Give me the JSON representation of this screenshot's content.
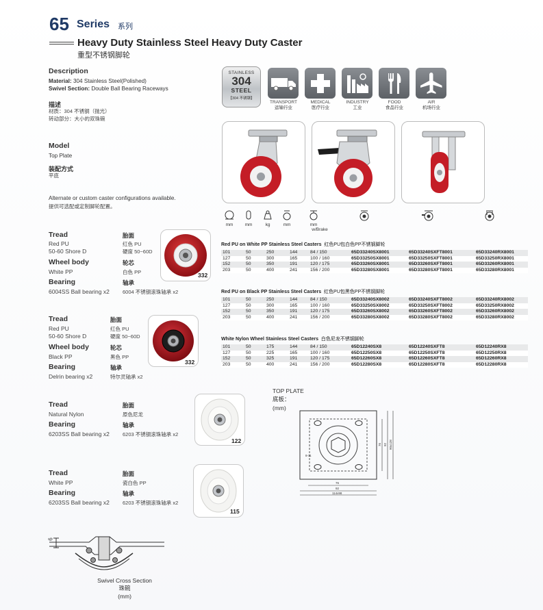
{
  "header": {
    "series_number": "65",
    "series_word": "Series",
    "series_cn": "系列",
    "title": "Heavy Duty Stainless Steel Heavy Duty Caster",
    "title_cn": "重型不锈钢脚轮"
  },
  "description": {
    "heading": "Description",
    "material_label": "Material:",
    "material_value": " 304 Stainless Steel(Polished)",
    "swivel_label": "Swivel Section:",
    "swivel_value": " Double Ball Bearing Raceways",
    "heading_cn": "描述",
    "material_cn": "材质：304 不锈钢（抛光）",
    "swivel_cn": "转动部分：大小的双珠碗"
  },
  "model": {
    "heading": "Model",
    "value": "Top Plate",
    "heading_cn": "装配方式",
    "value_cn": "平底"
  },
  "note": {
    "en": "Alternate or custom caster configurations available.",
    "cn": "提供可选配或定制脚轮配置。"
  },
  "badge": {
    "line1": "STAINLESS",
    "line2": "304",
    "line3": "STEEL",
    "line4": "【304 不锈钢】"
  },
  "industries": [
    {
      "en": "TRANSPORT",
      "cn": "运输行业",
      "icon": "truck-icon"
    },
    {
      "en": "MEDICAL",
      "cn": "医疗行业",
      "icon": "medical-cross-icon"
    },
    {
      "en": "INDUSTRY",
      "cn": "工业",
      "icon": "factory-icon"
    },
    {
      "en": "FOOD",
      "cn": "食品行业",
      "icon": "fork-knife-icon"
    },
    {
      "en": "AIR",
      "cn": "机场行业",
      "icon": "airplane-icon"
    }
  ],
  "dim_units": [
    "mm",
    "mm",
    "kg",
    "mm",
    "mm",
    "w/Brake"
  ],
  "wheels": [
    {
      "tread_label": "Tread",
      "tread_cn_label": "胎面",
      "tread_value_1": "Red PU",
      "tread_value_2": "50-60 Shore D",
      "tread_cn_1": "红色 PU",
      "tread_cn_2": "硬度 50~60D",
      "body_label": "Wheel body",
      "body_cn_label": "轮芯",
      "body_value": "White PP",
      "body_cn": "白色 PP",
      "bearing_label": "Bearing",
      "bearing_cn_label": "轴承",
      "bearing_value": "6004SS Ball bearing x2",
      "bearing_cn": "6004 不锈钢滚珠轴承 x2",
      "code": "332"
    },
    {
      "tread_label": "Tread",
      "tread_cn_label": "胎面",
      "tread_value_1": "Red PU",
      "tread_value_2": "50-60 Shore D",
      "tread_cn_1": "红色 PU",
      "tread_cn_2": "硬度 50~60D",
      "body_label": "Wheel body",
      "body_cn_label": "轮芯",
      "body_value": "Black PP",
      "body_cn": "黑色 PP",
      "bearing_label": "Bearing",
      "bearing_cn_label": "轴承",
      "bearing_value": "Delrin bearing x2",
      "bearing_cn": "特尔灵轴承 x2",
      "code": "332"
    },
    {
      "tread_label": "Tread",
      "tread_cn_label": "胎面",
      "tread_value_1": "Natural Nylon",
      "tread_cn_1": "原色尼龙",
      "bearing_label": "Bearing",
      "bearing_cn_label": "轴承",
      "bearing_value": "6203SS Ball bearing x2",
      "bearing_cn": "6203 不锈钢滚珠轴承 x2",
      "code": "122"
    },
    {
      "tread_label": "Tread",
      "tread_cn_label": "胎面",
      "tread_value_1": "White PP",
      "tread_cn_1": "瓷白色 PP",
      "bearing_label": "Bearing",
      "bearing_cn_label": "轴承",
      "bearing_value": "6203SS Ball bearing x2",
      "bearing_cn": "6203 不锈钢滚珠轴承 x2",
      "code": "115"
    }
  ],
  "tables": [
    {
      "title": "Red PU on White PP Stainless Steel Casters",
      "title_cn": "红色PU包白色PP不锈钢脚轮",
      "rows": [
        [
          "101",
          "50",
          "250",
          "144",
          "84 / 150",
          "65D33240SX8001",
          "65D33240SXFT8001",
          "65D33240RX8001"
        ],
        [
          "127",
          "50",
          "300",
          "165",
          "100 / 160",
          "65D33250SX8001",
          "65D33250SXFT8001",
          "65D33250RX8001"
        ],
        [
          "152",
          "50",
          "350",
          "191",
          "120 / 175",
          "65D33260SX8001",
          "65D33260SXFT8001",
          "65D33260RX8001"
        ],
        [
          "203",
          "50",
          "400",
          "241",
          "156 / 200",
          "65D33280SX8001",
          "65D33280SXFT8001",
          "65D33280RX8001"
        ]
      ]
    },
    {
      "title": "Red PU on Black PP Stainless Steel Casters",
      "title_cn": "红色PU包黑色PP不锈钢脚轮",
      "rows": [
        [
          "101",
          "50",
          "250",
          "144",
          "84 / 150",
          "65D33240SX8002",
          "65D33240SXFT8002",
          "65D33240RX8002"
        ],
        [
          "127",
          "50",
          "300",
          "165",
          "100 / 160",
          "65D33250SX8002",
          "65D33250SXFT8002",
          "65D33250RX8002"
        ],
        [
          "152",
          "50",
          "350",
          "191",
          "120 / 175",
          "65D33260SX8002",
          "65D33260SXFT8002",
          "65D33260RX8002"
        ],
        [
          "203",
          "50",
          "400",
          "241",
          "156 / 200",
          "65D33280SX8002",
          "65D33280SXFT8002",
          "65D33280RX8002"
        ]
      ]
    },
    {
      "title": "White Nylon Wheel Stainless Steel Casters",
      "title_cn": "白色尼龙不锈钢脚轮",
      "rows": [
        [
          "101",
          "50",
          "175",
          "144",
          "84 / 150",
          "65D12240SX8",
          "65D12240SXFT8",
          "65D12240RX8"
        ],
        [
          "127",
          "50",
          "225",
          "165",
          "100 / 160",
          "65D12250SX8",
          "65D12250SXFT8",
          "65D12250RX8"
        ],
        [
          "152",
          "50",
          "325",
          "191",
          "120 / 175",
          "65D12260SX8",
          "65D12260SXFT8",
          "65D12260RX8"
        ],
        [
          "203",
          "50",
          "400",
          "241",
          "156 / 200",
          "65D12280SX8",
          "65D12280SXFT8",
          "65D12280RX8"
        ]
      ]
    }
  ],
  "top_plate": {
    "label": "TOP PLATE",
    "label_cn": "底板：",
    "unit": "(mm)",
    "dims": [
      "8-11",
      "76",
      "92",
      "114x98",
      "76",
      "92",
      "90x128"
    ]
  },
  "cross_section": {
    "dim": "6",
    "caption": "Swivel Cross Section",
    "caption_cn": "珠碗",
    "unit": "(mm)"
  }
}
